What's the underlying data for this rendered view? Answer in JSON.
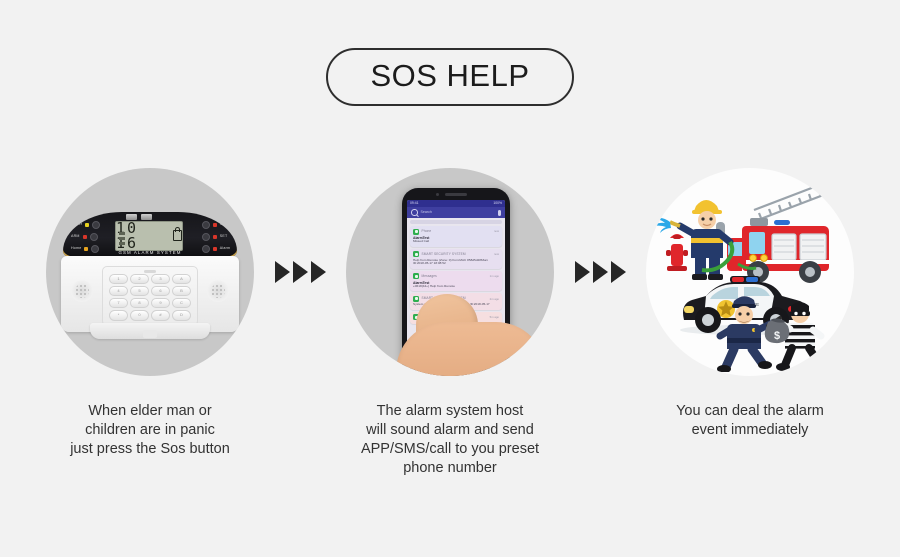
{
  "page": {
    "background_color": "#f2f2f2",
    "title": "SOS HELP"
  },
  "steps": [
    {
      "id": "step-sos-button",
      "circle_bg": "#c8c8c8",
      "caption_lines": [
        "When elder man or",
        "children are in panic",
        "just press the Sos button"
      ],
      "device": {
        "name": "GSM alarm system host panel",
        "brand_text": "GSM ALARM SYSTEM",
        "lcd_value": "10 16",
        "lcd_lock_icon": "lock-icon",
        "indicators_left": [
          "Power",
          "ARM",
          "Home"
        ],
        "indicators_right": [
          "Signal",
          "SET",
          "Alarm"
        ],
        "keypad_keys": [
          "1",
          "2",
          "3",
          "A",
          "4",
          "5",
          "6",
          "B",
          "7",
          "8",
          "9",
          "C",
          "*",
          "0",
          "#",
          "D"
        ]
      }
    },
    {
      "id": "step-alarm-notify",
      "circle_bg": "#c8c8c8",
      "caption_lines": [
        "The alarm system host",
        "will sound alarm and send",
        "APP/SMS/call to you preset",
        "phone number"
      ],
      "phone": {
        "status_time": "09:41",
        "status_right": "100%",
        "search_placeholder": "Search",
        "search_icon": "search-icon",
        "mic_icon": "microphone-icon",
        "notifications": [
          {
            "app": "Phone",
            "time": "now",
            "title": "AlarmTest",
            "body": "Missed Call",
            "tint": "c1"
          },
          {
            "app": "SMART SECURITY SYSTEM",
            "time": "now",
            "title": "",
            "body": "Help from Remote (Zone: 0) from:MAC 858d5d2863a1 ID:2018-05-17 18:08:52",
            "tint": "c2"
          },
          {
            "app": "Messages",
            "time": "1m ago",
            "title": "AlarmTest",
            "body": "+0618(44+) Help from Remote",
            "tint": "c3"
          },
          {
            "app": "SMART SECURITY SYSTEM",
            "time": "2m ago",
            "title": "",
            "body": "System Armed from MAC 878c01711ba8 ID:2018-05-17",
            "tint": "c4"
          },
          {
            "app": "SMART SECURITY SYSTEM",
            "time": "5m ago",
            "title": "",
            "body": "",
            "tint": "c5"
          }
        ]
      }
    },
    {
      "id": "step-responders",
      "circle_bg": "#fdfdfd",
      "caption_lines": [
        "You can deal the alarm",
        "event immediately"
      ],
      "artwork": {
        "name": "emergency-responders-illustration",
        "elements": [
          "firefighter-icon",
          "fire-hydrant-icon",
          "fire-truck-icon",
          "police-car-icon",
          "police-officer-icon",
          "burglar-icon"
        ],
        "money_bag_label": "$",
        "fire_truck_color": "#e0262b",
        "police_car_color": "#1b1b1f"
      }
    }
  ],
  "arrows": {
    "name": "progress-arrows",
    "glyph": "triangle-right",
    "count": 3
  }
}
